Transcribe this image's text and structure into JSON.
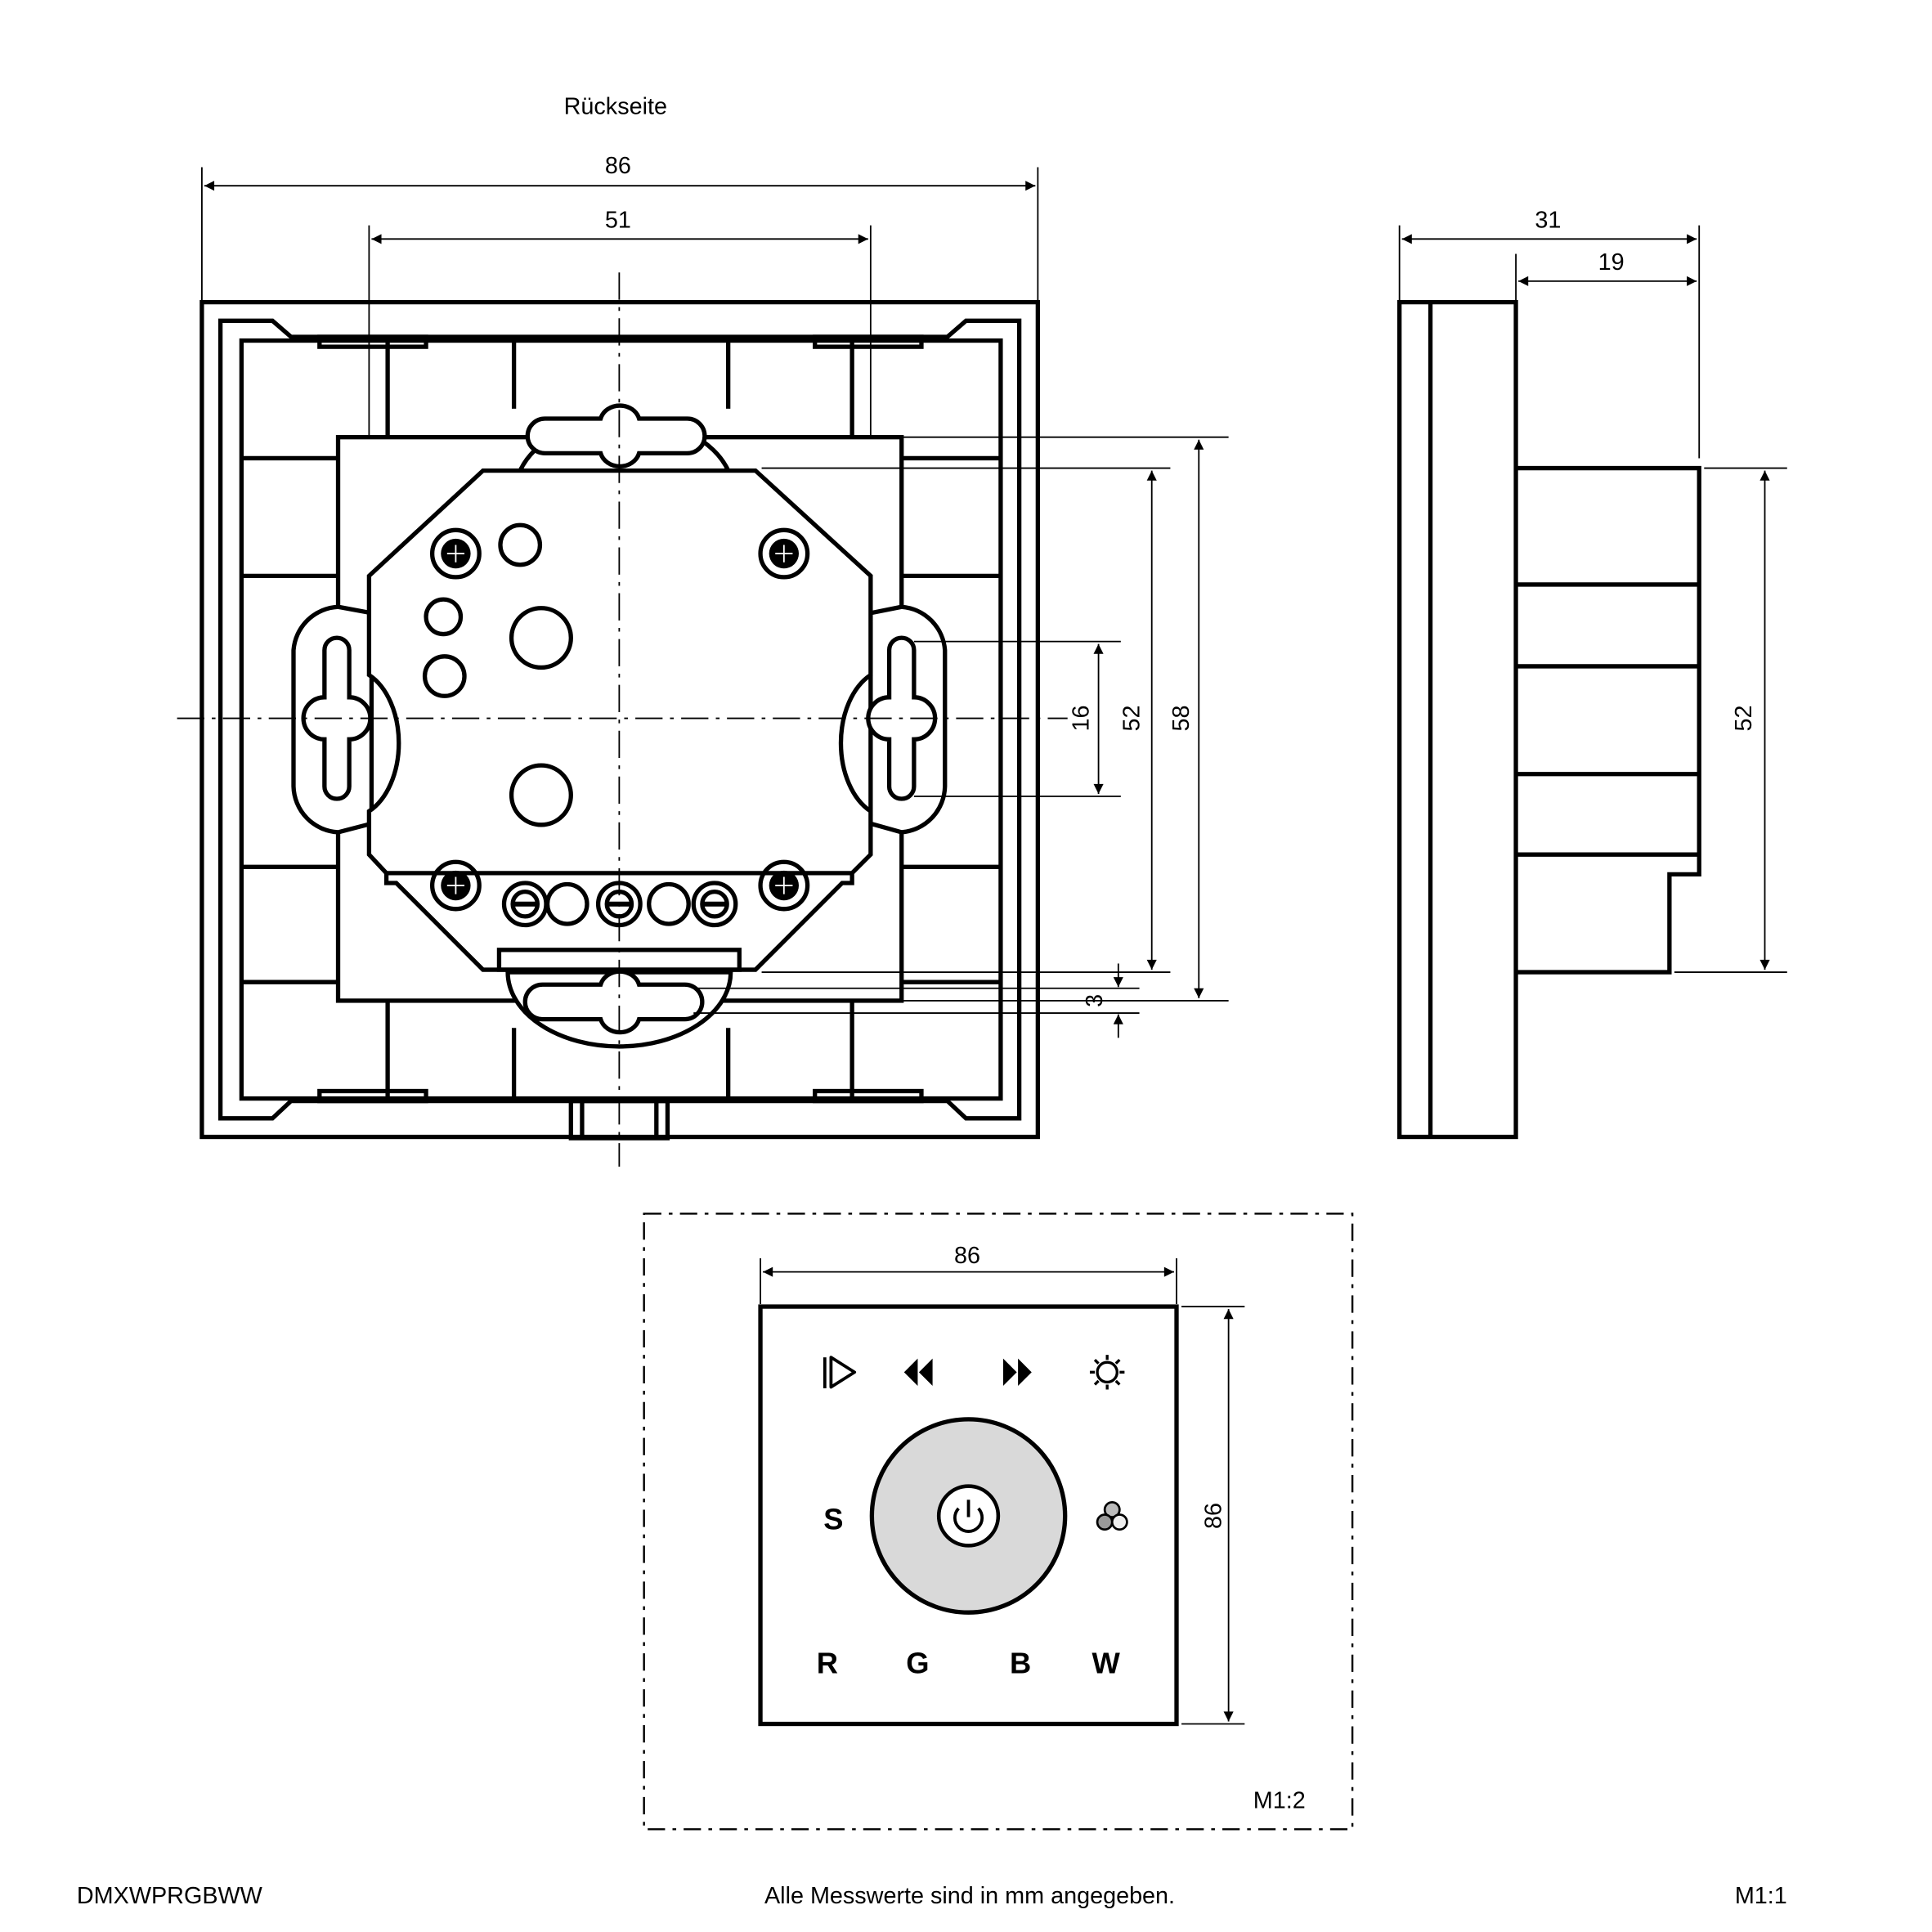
{
  "rear_view": {
    "title": "Rückseite",
    "dim_width_outer": "86",
    "dim_width_inner": "51",
    "dim_slot": "16",
    "dim_module": "52",
    "dim_lugs": "58",
    "dim_offset": "3"
  },
  "side_view": {
    "dim_depth_total": "31",
    "dim_depth_module": "19",
    "dim_module_height": "52"
  },
  "front_view": {
    "dim_width": "86",
    "dim_height": "86",
    "scale": "M1:2",
    "icons": [
      "play-pause-icon",
      "rewind-icon",
      "fast-forward-icon",
      "brightness-icon",
      "power-icon",
      "color-mix-icon"
    ],
    "buttons": {
      "s": "S",
      "r": "R",
      "g": "G",
      "b": "B",
      "w": "W"
    },
    "wheel_color": "#d9d9d9"
  },
  "footer": {
    "model": "DMXWPRGBWW",
    "note": "Alle Messwerte sind in mm angegeben.",
    "scale": "M1:1"
  }
}
